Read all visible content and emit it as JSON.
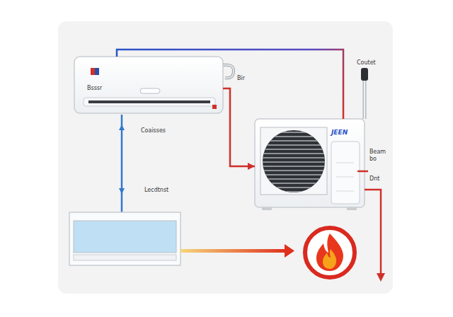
{
  "diagram": {
    "nodes": [
      {
        "text": [
          "Bsssr"
        ]
      },
      {
        "text": [
          "JEEN"
        ]
      }
    ],
    "edges": [
      {
        "from": 0,
        "to": 1,
        "arrow": "none"
      },
      {
        "from": 0,
        "to": 1,
        "arrow": "to"
      }
    ],
    "labels": [
      "Bir",
      "Coutet",
      "Coaisses",
      "Lecdtnst",
      "Beam bo",
      "Dnt"
    ]
  }
}
